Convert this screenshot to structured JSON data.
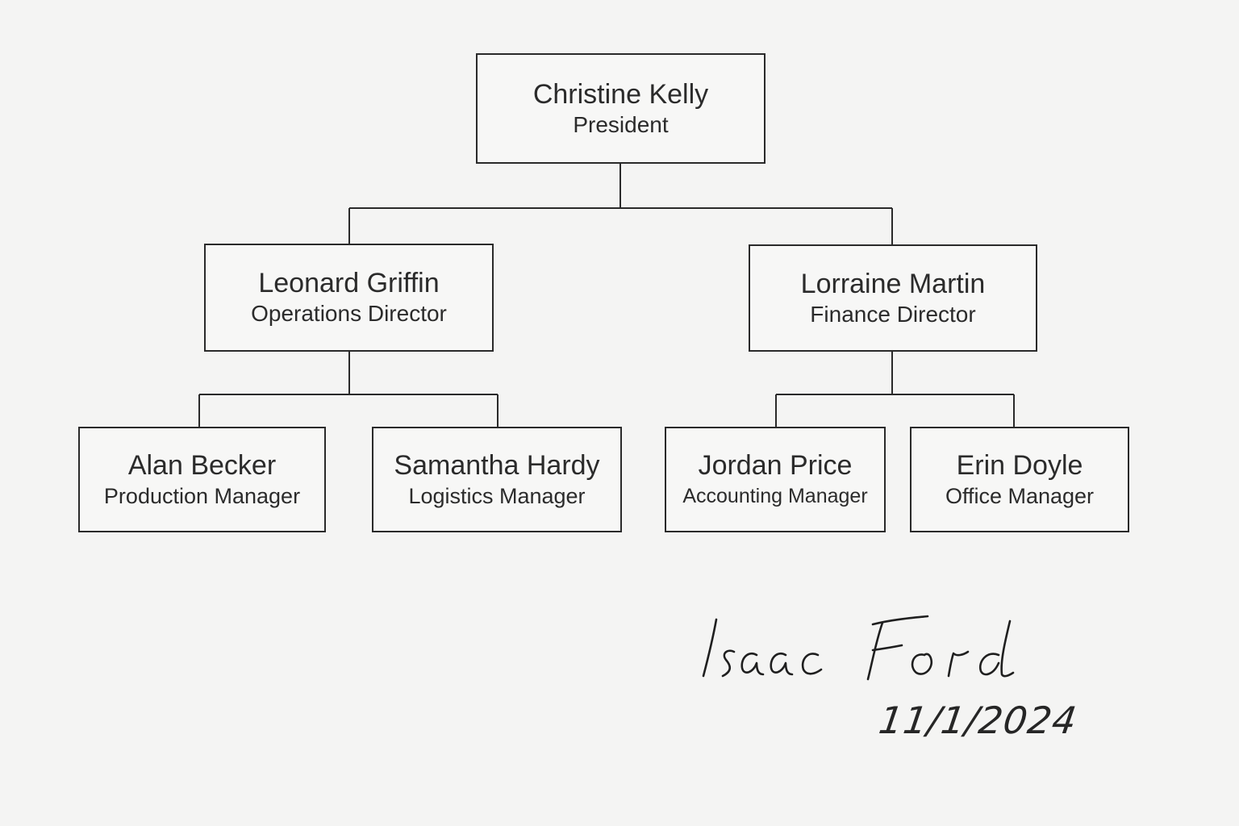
{
  "org_chart": {
    "president": {
      "name": "Christine Kelly",
      "role": "President"
    },
    "operations_director": {
      "name": "Leonard Griffin",
      "role": "Operations Director"
    },
    "finance_director": {
      "name": "Lorraine Martin",
      "role": "Finance Director"
    },
    "production_manager": {
      "name": "Alan Becker",
      "role": "Production Manager"
    },
    "logistics_manager": {
      "name": "Samantha Hardy",
      "role": "Logistics Manager"
    },
    "accounting_manager": {
      "name": "Jordan Price",
      "role": "Accounting Manager"
    },
    "office_manager": {
      "name": "Erin Doyle",
      "role": "Office Manager"
    }
  },
  "signature": {
    "name": "Isaac Ford",
    "date": "11/1/2024"
  },
  "colors": {
    "line": "#2a2a2a",
    "background": "#f4f4f3"
  }
}
